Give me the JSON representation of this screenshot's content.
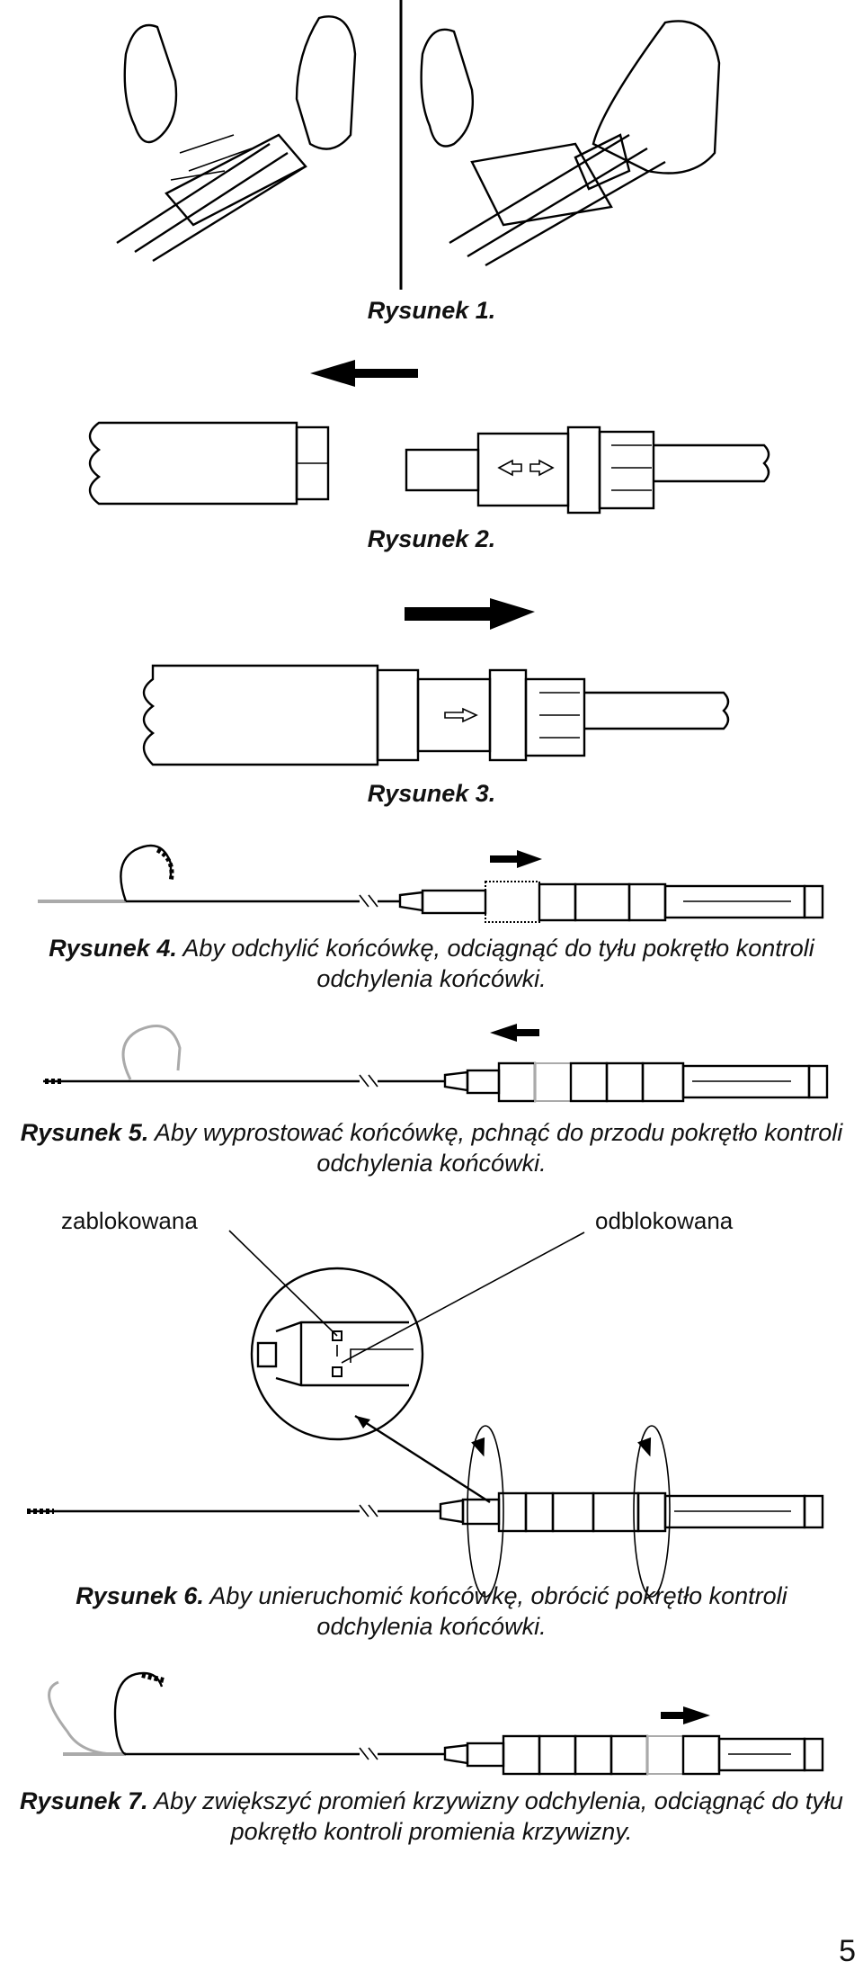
{
  "figures": [
    {
      "number": "Rysunek 1.",
      "text": ""
    },
    {
      "number": "Rysunek 2.",
      "text": ""
    },
    {
      "number": "Rysunek 3.",
      "text": ""
    },
    {
      "number": "Rysunek 4.",
      "text": " Aby odchylić końcówkę, odciągnąć do tyłu pokrętło kontroli odchylenia końcówki."
    },
    {
      "number": "Rysunek 5.",
      "text": " Aby wyprostować końcówkę, pchnąć do przodu pokrętło kontroli odchylenia końcówki."
    },
    {
      "number": "Rysunek 6.",
      "text": " Aby unieruchomić końcówkę, obrócić pokrętło kontroli odchylenia końcówki."
    },
    {
      "number": "Rysunek 7.",
      "text": " Aby zwiększyć promień krzywizny odchylenia, odciągnąć do tyłu pokrętło kontroli promienia krzywizny."
    }
  ],
  "labels": {
    "locked": "zablokowana",
    "unlocked": "odblokowana"
  },
  "page_number": "5"
}
